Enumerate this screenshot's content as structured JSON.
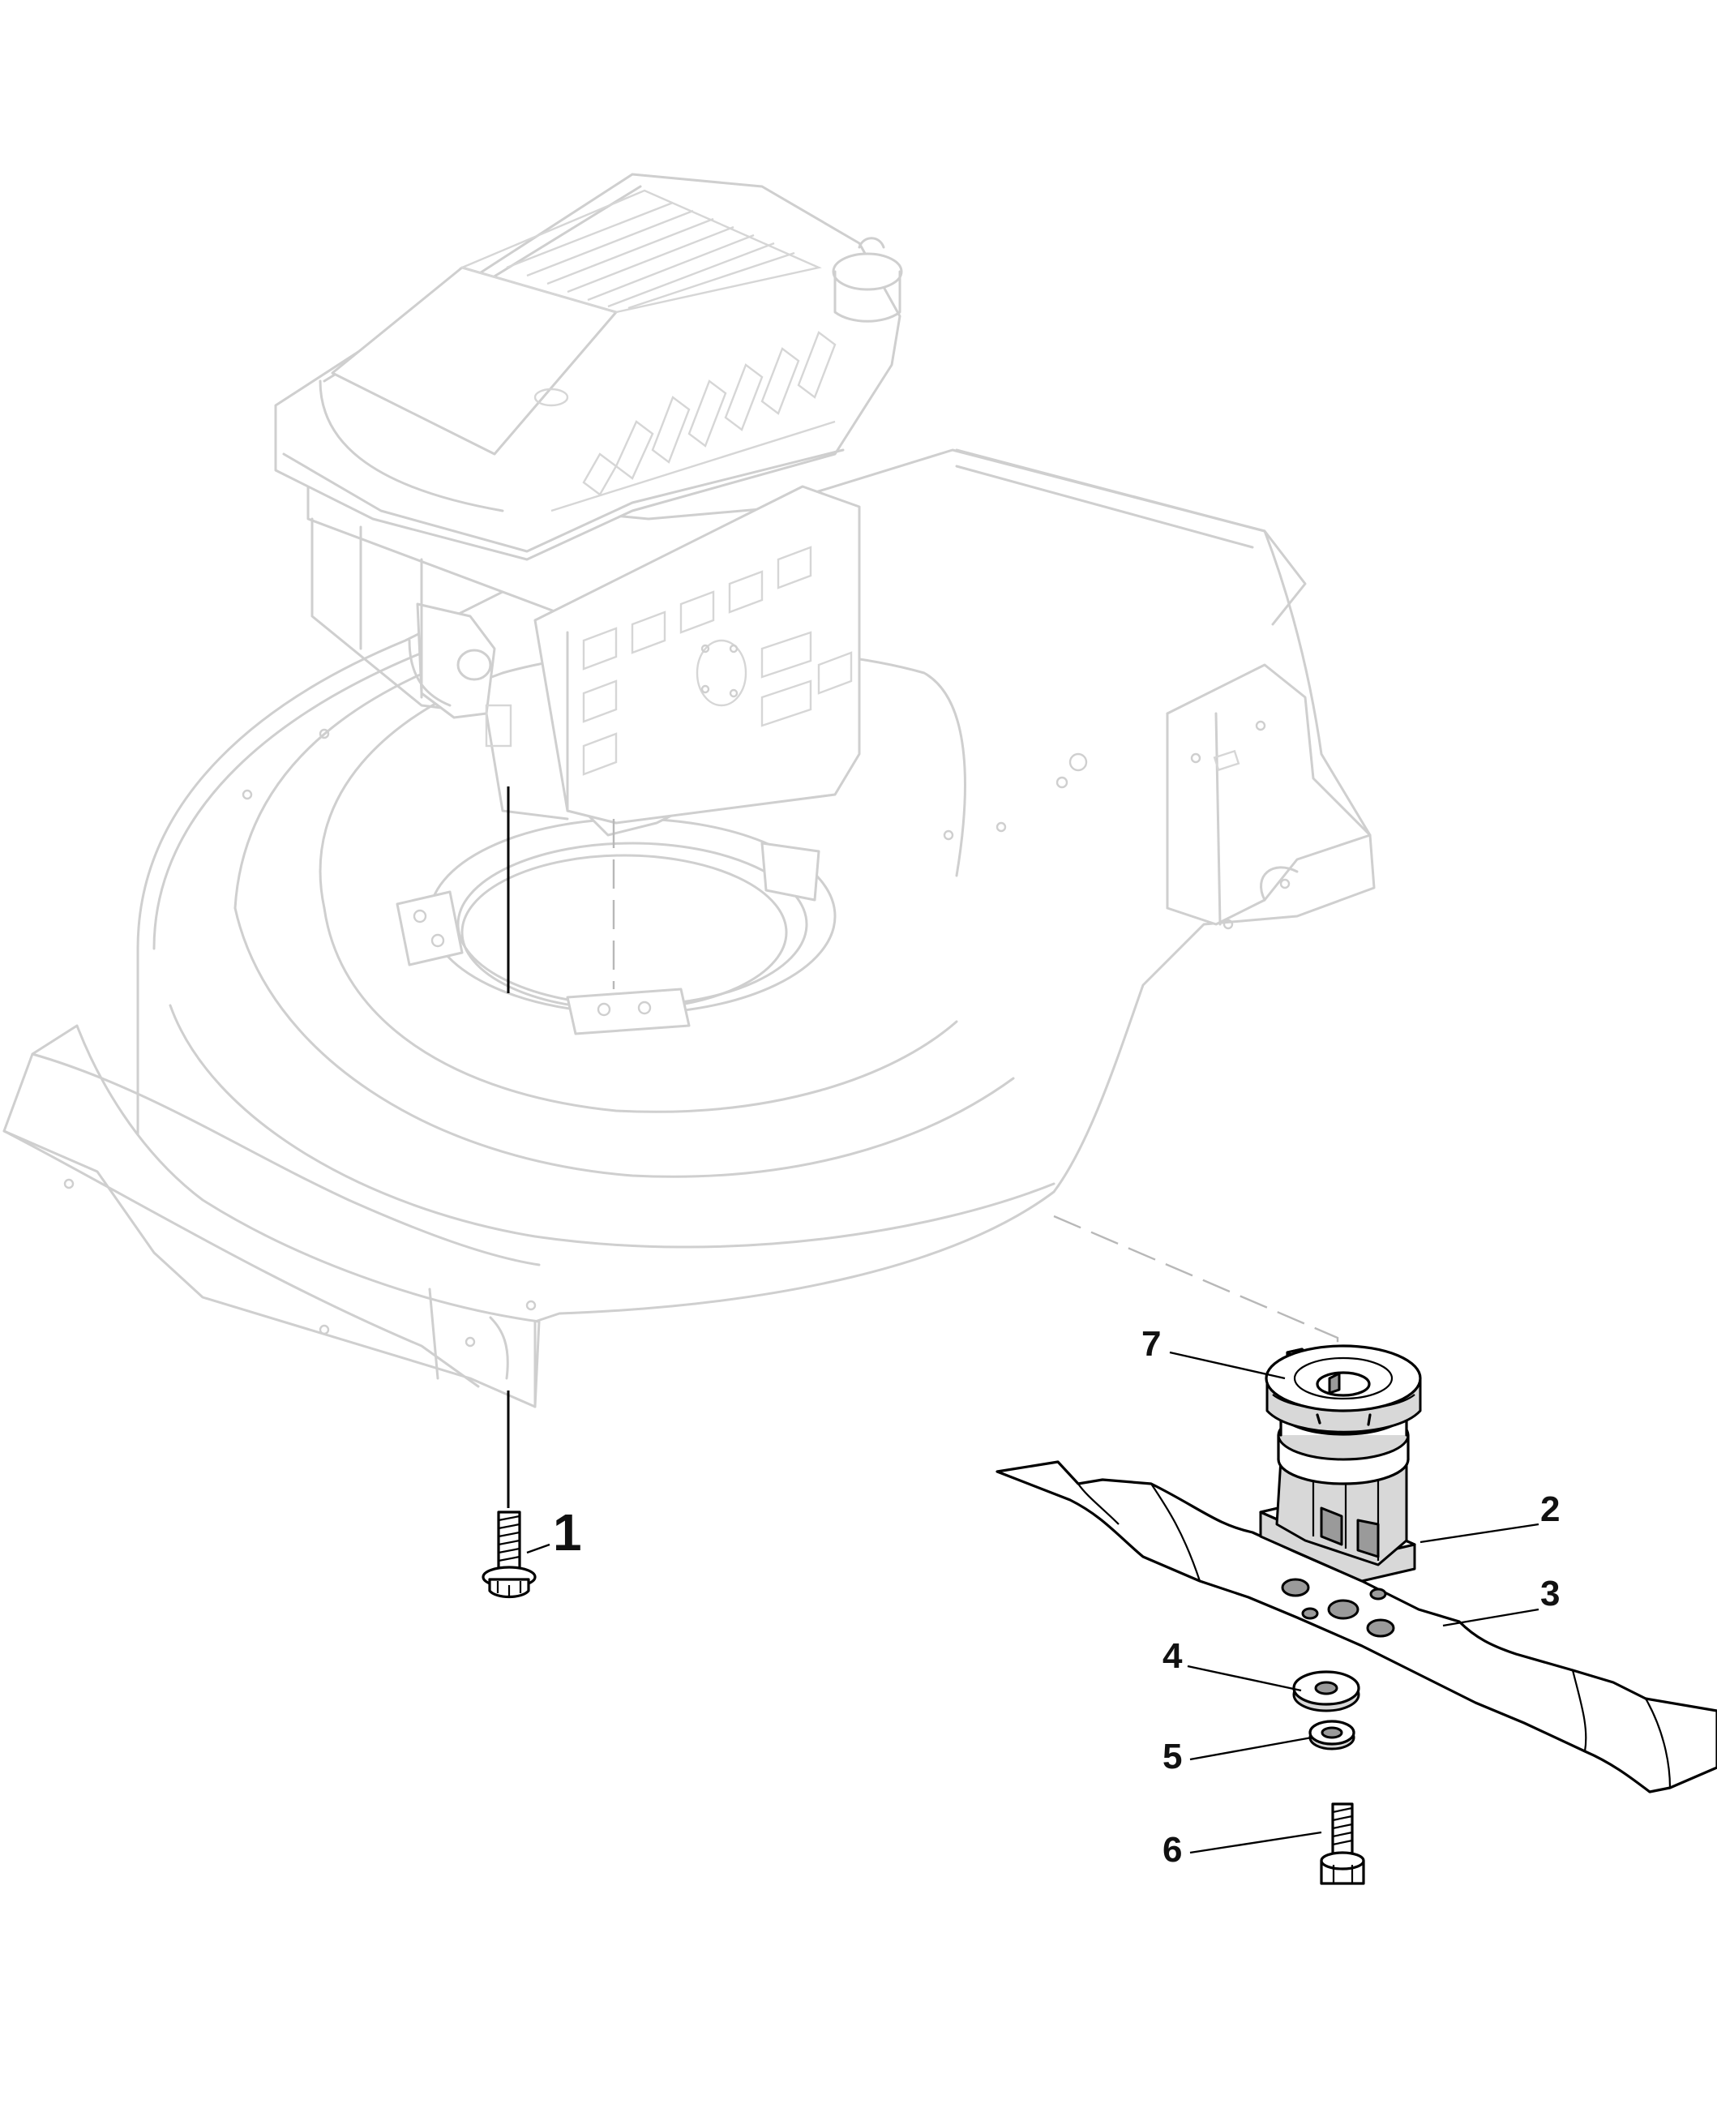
{
  "callouts": [
    {
      "id": "1",
      "label": "1"
    },
    {
      "id": "2",
      "label": "2"
    },
    {
      "id": "3",
      "label": "3"
    },
    {
      "id": "4",
      "label": "4"
    },
    {
      "id": "5",
      "label": "5"
    },
    {
      "id": "6",
      "label": "6"
    },
    {
      "id": "7",
      "label": "7"
    }
  ],
  "colors": {
    "ghost_outline": "#cfcfcf",
    "part_outline": "#000000",
    "callout_text": "#111111"
  }
}
